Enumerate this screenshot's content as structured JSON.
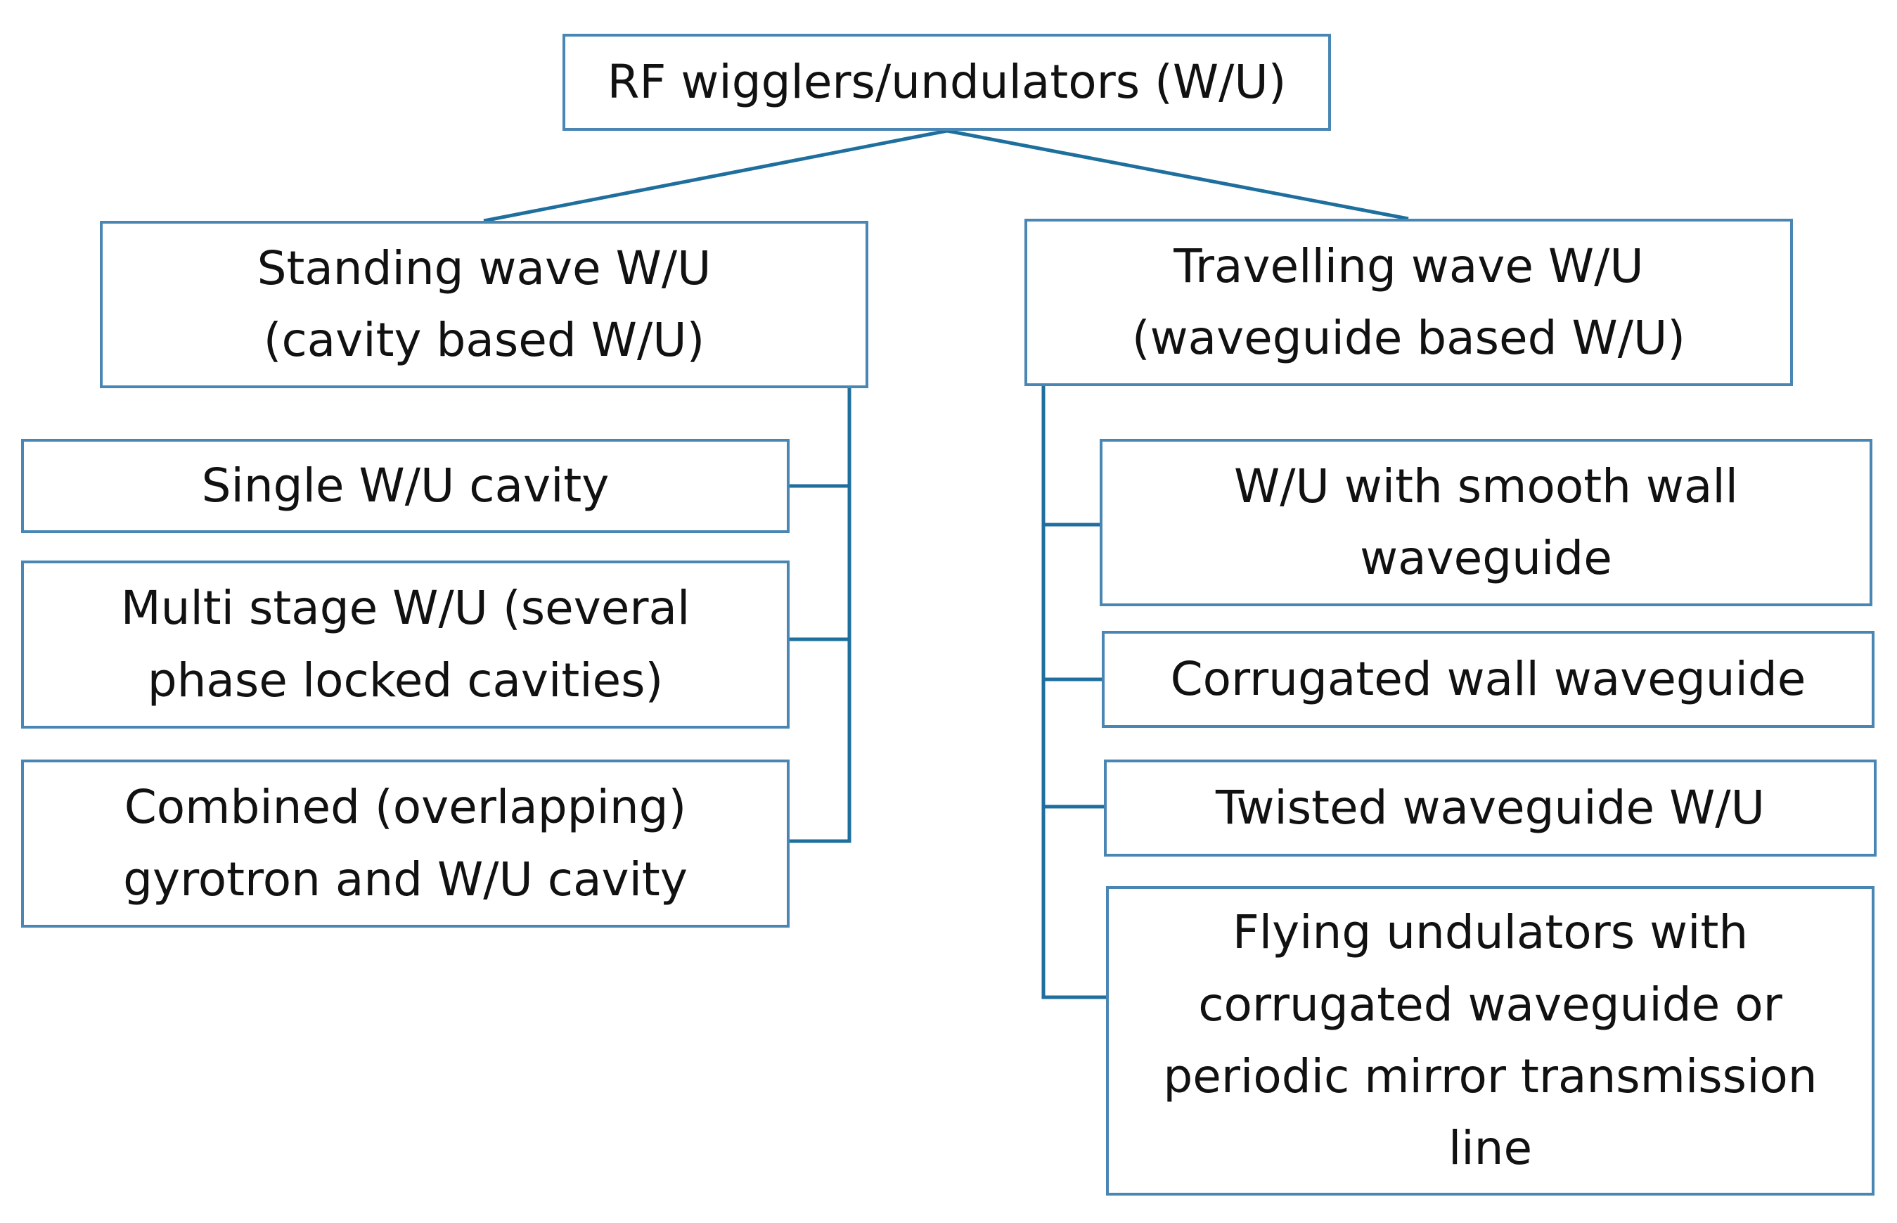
{
  "colors": {
    "border": "#4a86b4",
    "connector": "#1f6f9e",
    "text": "#111111",
    "background": "#ffffff"
  },
  "root": "RF wigglers/undulators (W/U)",
  "standing": {
    "title": "Standing wave W/U\n(cavity based W/U)",
    "children": [
      "Single W/U  cavity",
      "Multi stage W/U (several\nphase locked cavities)",
      "Combined (overlapping)\ngyrotron and W/U cavity"
    ]
  },
  "travelling": {
    "title": "Travelling wave W/U\n(waveguide based W/U)",
    "children": [
      "W/U with smooth wall\nwaveguide",
      "Corrugated wall waveguide",
      "Twisted waveguide W/U",
      "Flying undulators with\ncorrugated  waveguide or\nperiodic mirror transmission\nline"
    ]
  }
}
